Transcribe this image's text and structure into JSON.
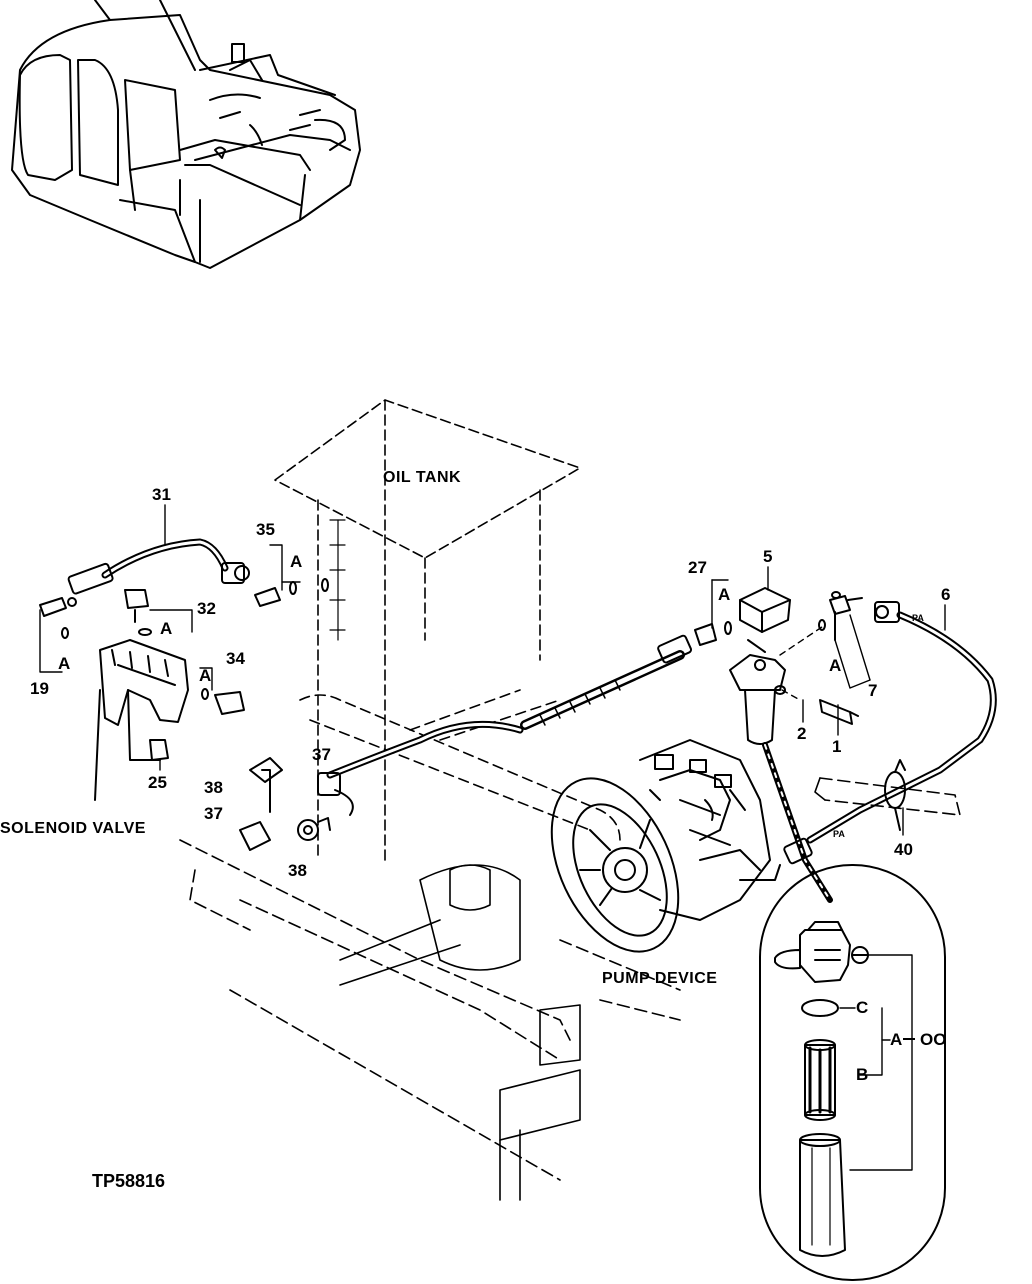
{
  "diagram": {
    "labels": {
      "oil_tank": "OIL TANK",
      "solenoid_valve": "SOLENOID VALVE",
      "pump_device": "PUMP DEVICE",
      "figure_id": "TP58816"
    },
    "callouts": {
      "c31": "31",
      "c35": "35",
      "c32": "32",
      "c34": "34",
      "c19": "19",
      "c25": "25",
      "c37a": "37",
      "c37b": "37",
      "c38a": "38",
      "c38b": "38",
      "c27": "27",
      "c5": "5",
      "c6": "6",
      "c7": "7",
      "c1": "1",
      "c2": "2",
      "c40": "40"
    },
    "group_letters": {
      "a35": "A",
      "a32": "A",
      "a34": "A",
      "a19": "A",
      "a27": "A",
      "a7": "A",
      "pa1": "PA",
      "pa2": "PA"
    },
    "filter_detail": {
      "c": "C",
      "b": "B",
      "a": "A",
      "part": "OO"
    }
  }
}
